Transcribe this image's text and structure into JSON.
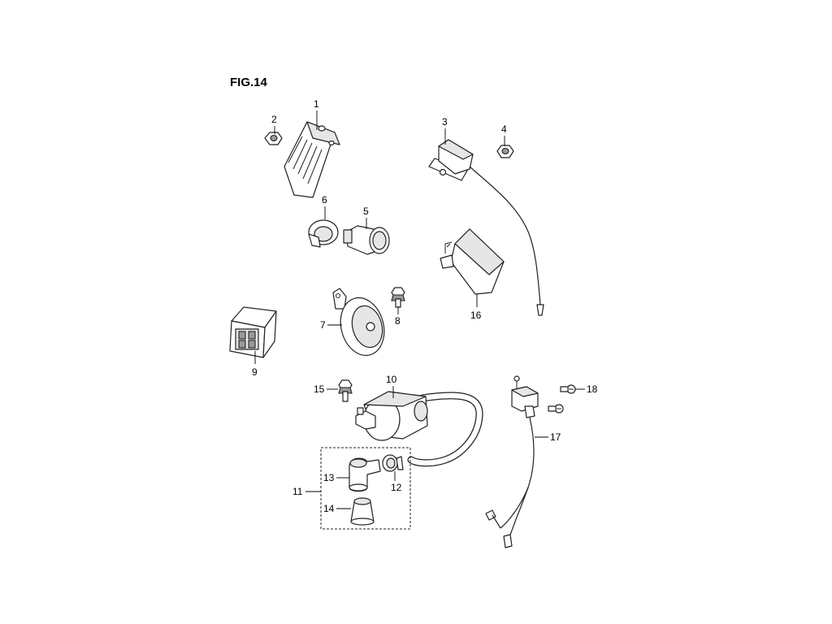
{
  "figure": {
    "title": "FIG.14"
  },
  "callouts": {
    "c1": "1",
    "c2": "2",
    "c3": "3",
    "c4": "4",
    "c5": "5",
    "c6": "6",
    "c7": "7",
    "c8": "8",
    "c9": "9",
    "c10": "10",
    "c11": "11",
    "c12": "12",
    "c13": "13",
    "c14": "14",
    "c15": "15",
    "c16": "16",
    "c17": "17",
    "c18": "18"
  }
}
